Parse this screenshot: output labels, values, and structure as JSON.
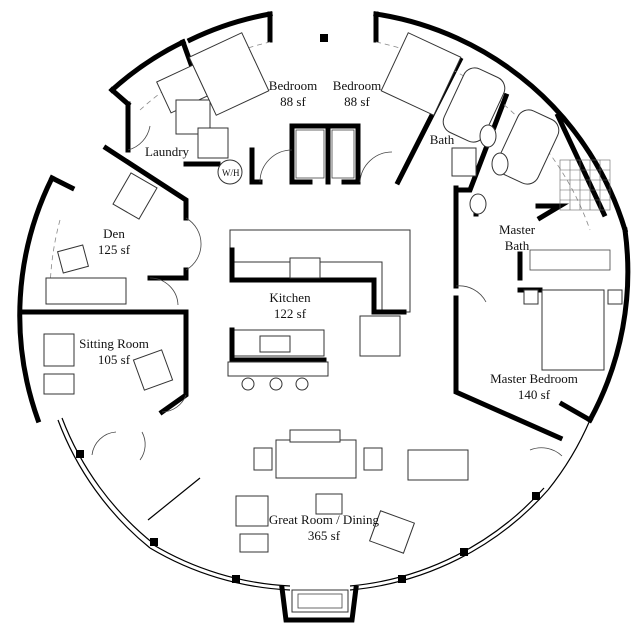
{
  "rooms": {
    "laundry": {
      "name": "Laundry"
    },
    "wh": {
      "name": "W/H"
    },
    "bedroom1": {
      "name": "Bedroom",
      "area": "88 sf"
    },
    "bedroom2": {
      "name": "Bedroom",
      "area": "88 sf"
    },
    "bath": {
      "name": "Bath"
    },
    "master_bath": {
      "name_line1": "Master",
      "name_line2": "Bath"
    },
    "den": {
      "name": "Den",
      "area": "125 sf"
    },
    "kitchen": {
      "name": "Kitchen",
      "area": "122 sf"
    },
    "sitting_room": {
      "name": "Sitting Room",
      "area": "105 sf"
    },
    "master_bedroom": {
      "name": "Master Bedroom",
      "area": "140 sf"
    },
    "great_room": {
      "name": "Great Room / Dining",
      "area": "365 sf"
    }
  }
}
